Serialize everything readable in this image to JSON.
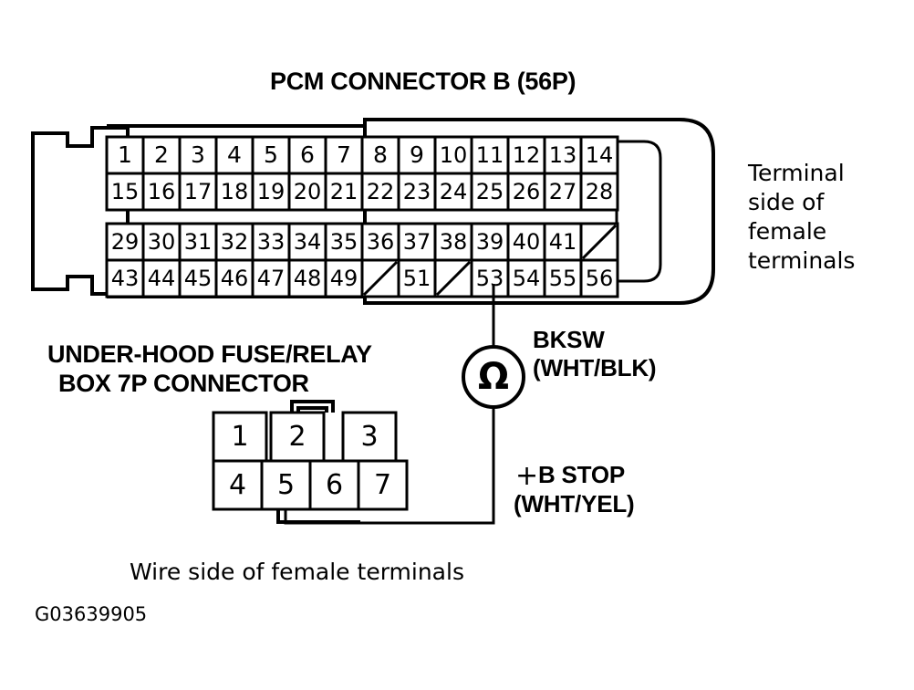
{
  "figure": {
    "id": "G03639905",
    "title": "PCM CONNECTOR B (56P)"
  },
  "pcm_connector": {
    "title": "PCM CONNECTOR B (56P)",
    "total_pins": "56",
    "side_caption": "Terminal\nside of\nfemale\nterminals",
    "side_caption_lines": [
      "Terminal",
      "side of",
      "female",
      "terminals"
    ],
    "upper_block": {
      "row1": [
        "1",
        "2",
        "3",
        "4",
        "5",
        "6",
        "7",
        "8",
        "9",
        "10",
        "11",
        "12",
        "13",
        "14"
      ],
      "row2": [
        "15",
        "16",
        "17",
        "18",
        "19",
        "20",
        "21",
        "22",
        "23",
        "24",
        "25",
        "26",
        "27",
        "28"
      ]
    },
    "lower_block": {
      "row3": [
        "29",
        "30",
        "31",
        "32",
        "33",
        "34",
        "35",
        "36",
        "37",
        "38",
        "39",
        "40",
        "41",
        ""
      ],
      "row4": [
        "43",
        "44",
        "45",
        "46",
        "47",
        "48",
        "49",
        "",
        "51",
        "",
        "53",
        "54",
        "55",
        "56"
      ],
      "row3_blanks": [
        13
      ],
      "row4_blanks": [
        7,
        9
      ]
    }
  },
  "fuse_relay_connector": {
    "title_line1": "UNDER-HOOD FUSE/RELAY",
    "title_line2": "BOX 7P CONNECTOR",
    "caption": "Wire side of female terminals",
    "row1": [
      "1",
      "2",
      "3"
    ],
    "row2": [
      "4",
      "5",
      "6",
      "7"
    ]
  },
  "wire_labels": {
    "bksw": {
      "name": "BKSW",
      "color": "(WHT/BLK)"
    },
    "b_stop": {
      "plus": "+",
      "name": "B STOP",
      "color": "(WHT/YEL)"
    }
  },
  "meter": {
    "symbol": "Ω",
    "type": "ohmmeter"
  },
  "colors": {
    "ink": "#000000",
    "paper": "#ffffff"
  }
}
